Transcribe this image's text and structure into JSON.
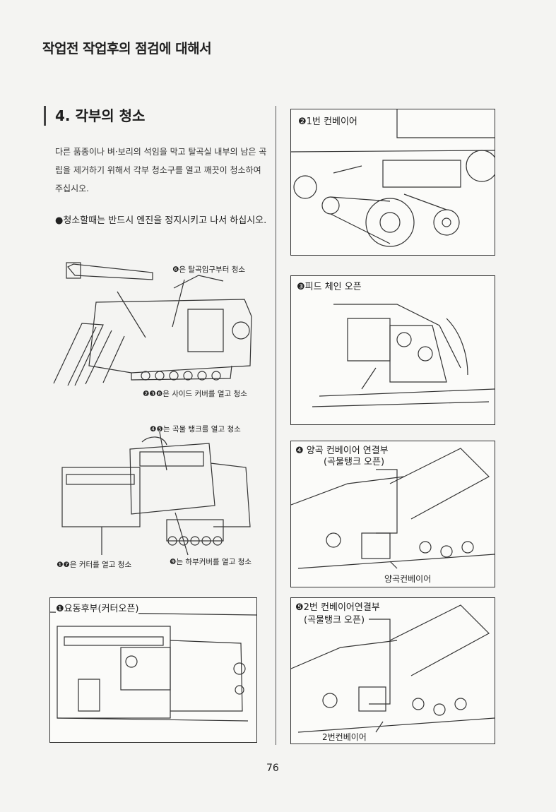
{
  "header": {
    "title": "작업전 작업후의 점검에 대해서"
  },
  "section": {
    "title": "4. 각부의 청소",
    "paragraph": "다른 품종이나 벼·보리의 석임을 막고 탈곡실 내부의 남은 곡립을 제거하기 위해서 각부 청소구를 열고 깨끗이 청소하여 주십시오.",
    "note": "●청소할때는 반드시 엔진을 정지시키고 나서 하십시오."
  },
  "figure_left_top": {
    "label_6": "❻은 탈곡입구부터 청소",
    "label_238": "❷❸❽은 사이드 커버를 열고 청소"
  },
  "figure_left_mid": {
    "label_45": "❹❺는 곡물 탱크를 열고 청소",
    "label_17": "❶❼은 커터를 열고 청소",
    "label_9": "❾는 하부커버를 열고 청소"
  },
  "figure_left_bottom": {
    "caption": "❶요동후부(커터오픈)"
  },
  "figure_right_1": {
    "caption": "❷1번 컨베이어"
  },
  "figure_right_2": {
    "caption": "❸피드 체인 오픈"
  },
  "figure_right_3": {
    "caption_line1": "❹ 양곡 컨베이어 연결부",
    "caption_line2": "(곡물탱크 오픈)",
    "callout": "양곡컨베이어"
  },
  "figure_right_4": {
    "caption_line1": "❺2번 컨베이어연결부",
    "caption_line2": "(곡물탱크 오픈)",
    "callout": "2번컨베이어"
  },
  "page_number": "76"
}
